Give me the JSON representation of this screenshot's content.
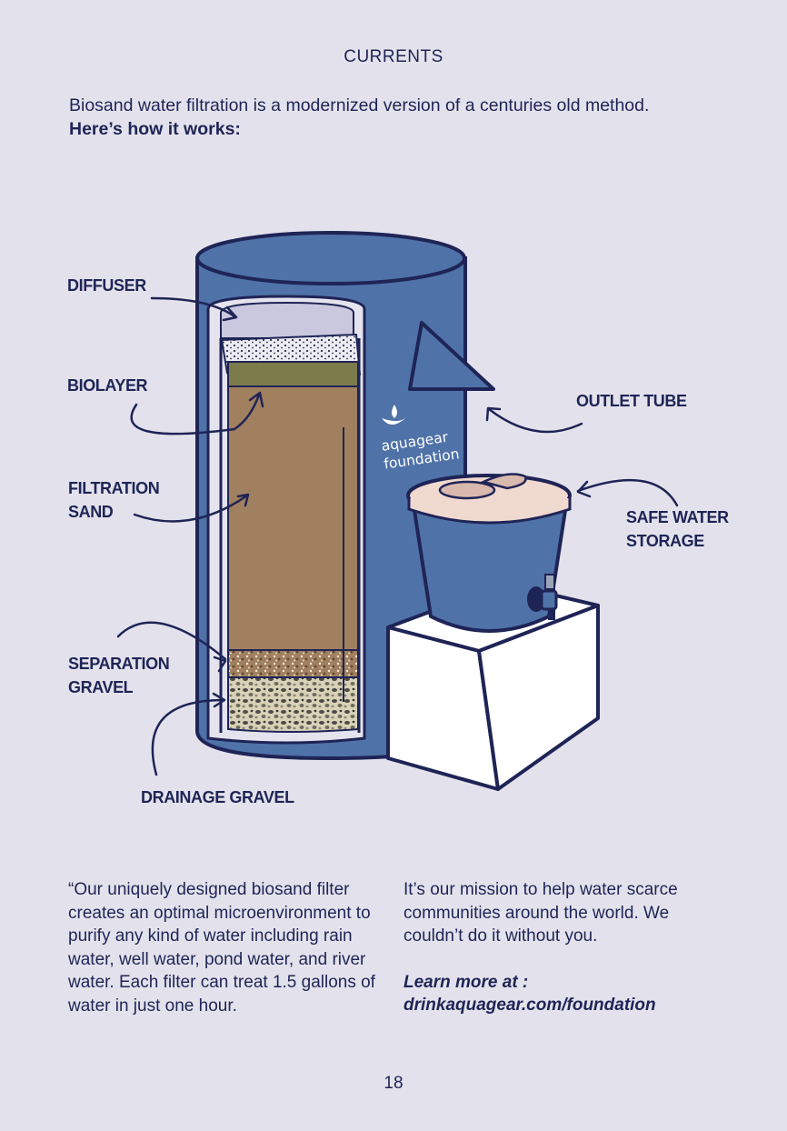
{
  "page": {
    "section_title": "CURRENTS",
    "intro_line": "Biosand water filtration is a modernized version of a centuries old method.",
    "intro_bold": "Here’s how it works:",
    "page_number": "18"
  },
  "diagram": {
    "brand_line1": "aquagear",
    "brand_line2": "foundation",
    "labels": {
      "diffuser": "DIFFUSER",
      "biolayer": "BIOLAYER",
      "filtration_sand_1": "FILTRATION",
      "filtration_sand_2": "SAND",
      "separation_gravel_1": "SEPARATION",
      "separation_gravel_2": "GRAVEL",
      "drainage_gravel": "DRAINAGE GRAVEL",
      "outlet_tube": "OUTLET TUBE",
      "safe_water_1": "SAFE WATER",
      "safe_water_2": "STORAGE"
    },
    "colors": {
      "background": "#e3e2ec",
      "ink": "#1f2456",
      "tank_blue": "#4f72a8",
      "sand": "#a1805f",
      "biolayer": "#7c7b4c",
      "lid": "#f0d9cf"
    }
  },
  "columns": {
    "left": "“Our uniquely designed biosand filter creates an optimal microenvironment to purify any kind of water including rain water, well water, pond water, and river water. Each filter can treat 1.5 gallons of water in just one hour.",
    "right": "It’s our mission to help water scarce communities around the world. We couldn’t do it without you.",
    "learn_more_1": "Learn more at :",
    "learn_more_2": "drinkaquagear.com/foundation"
  }
}
